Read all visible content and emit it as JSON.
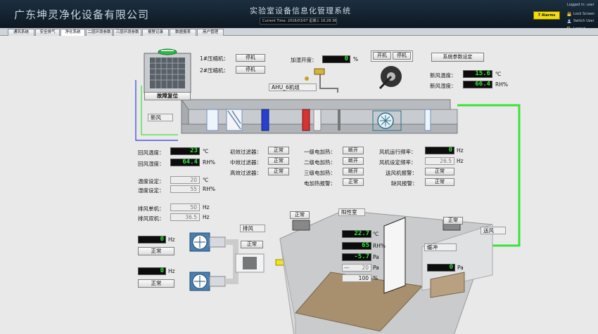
{
  "header": {
    "company": "广东坤灵净化设备有限公司",
    "title": "实验室设备信息化管理系统",
    "current_time_label": "Current Time:",
    "current_time": "2016/03/07  星期三  16:28:36",
    "alarms_label": "7 Alarms",
    "logged_in": "Logged in: user",
    "lock_screen": "Lock Screen",
    "switch_user": "Switch User",
    "logout": "Logout"
  },
  "tabs": [
    "通风系统",
    "安全排气",
    "净化系统",
    "二层环境参数",
    "三层环境参数",
    "报警记录",
    "数据报表",
    "用户管理"
  ],
  "active_tab": 2,
  "ahu": {
    "compressor1_label": "1#压缩机：",
    "compressor1_state": "停机",
    "compressor2_label": "2#压缩机：",
    "compressor2_state": "停机",
    "humid_label": "加湿开度：",
    "humid_value": "0",
    "humid_unit": "%",
    "start_btn": "开机",
    "stop_btn": "停机",
    "params_btn": "系统参数设定",
    "fresh_temp_label": "新风温度：",
    "fresh_temp": "15.6",
    "fresh_temp_unit": "℃",
    "fresh_hum_label": "新风湿度：",
    "fresh_hum": "66.4",
    "fresh_hum_unit": "RH%",
    "unit_name": "AHU_6机组",
    "fault_reset": "故障复位",
    "fresh_air": "新风"
  },
  "left_panel": {
    "return_temp_label": "回风温度：",
    "return_temp": "23",
    "return_temp_unit": "℃",
    "return_hum_label": "回风湿度：",
    "return_hum": "64.4",
    "return_hum_unit": "RH%",
    "temp_set_label": "温度设定：",
    "temp_set": "20",
    "temp_set_unit": "℃",
    "hum_set_label": "湿度设定：",
    "hum_set": "55",
    "hum_set_unit": "RH%",
    "exhaust_single_label": "排风单机：",
    "exhaust_single": "50",
    "exhaust_single_unit": "Hz",
    "exhaust_dual_label": "排风双机：",
    "exhaust_dual": "36.5",
    "exhaust_dual_unit": "Hz"
  },
  "filters": {
    "primary_label": "初效过滤器：",
    "primary": "正常",
    "medium_label": "中效过滤器：",
    "medium": "正常",
    "high_label": "高效过滤器：",
    "high": "正常"
  },
  "heaters": {
    "h1_label": "一级电加热：",
    "h1": "断开",
    "h2_label": "二级电加热：",
    "h2": "断开",
    "h3_label": "三级电加热：",
    "h3": "断开",
    "alarm_label": "电加热报警：",
    "alarm": "正常"
  },
  "fan": {
    "run_freq_label": "风机运行频率：",
    "run_freq": "0",
    "run_freq_unit": "Hz",
    "set_freq_label": "风机设定频率：",
    "set_freq": "26.5",
    "set_freq_unit": "Hz",
    "fan_alarm_label": "送风机报警：",
    "fan_alarm": "正常",
    "lack_alarm_label": "缺风报警：",
    "lack_alarm": "正常"
  },
  "exhaust": {
    "fan1_value": "0",
    "fan1_unit": "Hz",
    "fan1_status": "正常",
    "fan2_value": "0",
    "fan2_unit": "Hz",
    "fan2_status": "正常",
    "exhaust_label": "排风",
    "exhaust_box_status": "正常"
  },
  "room": {
    "lab_status": "正常",
    "lab_name": "阳性室",
    "temp": "22.7",
    "temp_unit": "℃",
    "hum": "65",
    "hum_unit": "RH%",
    "press1": "-5.7",
    "press1_unit": "Pa",
    "press_set_prefix": "—",
    "press_set": "20",
    "press_set_unit": "Pa",
    "percent": "100",
    "percent_unit": "%",
    "buffer_name": "缓冲",
    "buffer_status": "正常",
    "buffer_press": "0",
    "buffer_press_unit": "Pa",
    "supply_label": "送风"
  },
  "colors": {
    "header_bg": "#0d1822",
    "display_text": "#32e53a",
    "alarm_bg": "#f2dd11",
    "pipe_green": "#3ae23a",
    "pipe_blue": "#2d3fd6"
  }
}
